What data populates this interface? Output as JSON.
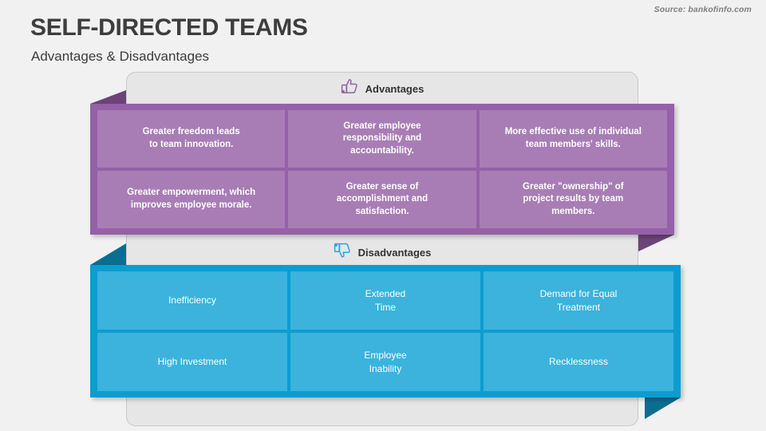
{
  "header": {
    "title": "SELF-DIRECTED TEAMS",
    "subtitle": "Advantages & Disadvantages",
    "source": "Source: bankofinfo.com"
  },
  "colors": {
    "advantages_band": "#9561a8",
    "advantages_cell": "#a87db5",
    "advantages_fold": "#6c4479",
    "disadvantages_band": "#0d9cd0",
    "disadvantages_cell": "#3bb3dc",
    "disadvantages_fold": "#0a6e91",
    "panel_background": "#e6e6e6",
    "slide_background": "#f1f1f1",
    "title_text": "#3d3d3d"
  },
  "sections": [
    {
      "key": "advantages",
      "label": "Advantages",
      "icon": "thumbs-up-icon",
      "items": [
        "Greater freedom leads\nto team innovation.",
        "Greater employee\nresponsibility and\naccountability.",
        "More effective use of individual\nteam members' skills.",
        "Greater empowerment, which\nimproves employee morale.",
        "Greater sense of\naccomplishment and\nsatisfaction.",
        "Greater \"ownership\" of\nproject results by team\nmembers."
      ]
    },
    {
      "key": "disadvantages",
      "label": "Disadvantages",
      "icon": "thumbs-down-icon",
      "items": [
        "Inefficiency",
        "Extended\nTime",
        "Demand for Equal\nTreatment",
        "High Investment",
        "Employee\nInability",
        "Recklessness"
      ]
    }
  ]
}
